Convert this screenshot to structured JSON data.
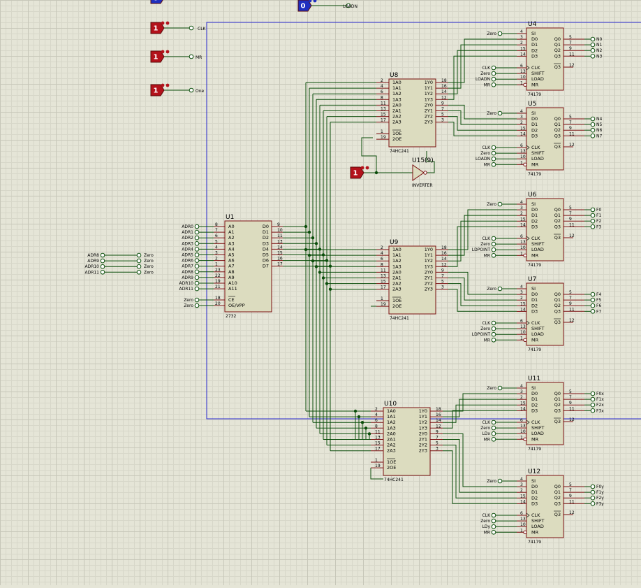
{
  "title": "",
  "sources": {
    "top": {
      "value": "0",
      "net": "LOADN"
    },
    "clk": {
      "value": "1",
      "net": "CLK"
    },
    "mr": {
      "value": "1",
      "net": "MR"
    },
    "one": {
      "value": "1",
      "net": "One"
    },
    "inv_src": {
      "value": "1"
    }
  },
  "inverter": {
    "ref": "U15(9)",
    "type": "INVERTER"
  },
  "rom": {
    "ref": "U1",
    "type": "2732",
    "in": [
      [
        "ADR0",
        "A0",
        "8"
      ],
      [
        "ADR1",
        "A1",
        "7"
      ],
      [
        "ADR2",
        "A2",
        "6"
      ],
      [
        "ADR3",
        "A3",
        "5"
      ],
      [
        "ADR4",
        "A4",
        "4"
      ],
      [
        "ADR5",
        "A5",
        "3"
      ],
      [
        "ADR6",
        "A6",
        "2"
      ],
      [
        "ADR7",
        "A7",
        "1"
      ],
      [
        "ADR8",
        "A8",
        "23"
      ],
      [
        "ADR9",
        "A9",
        "22"
      ],
      [
        "ADR10",
        "A10",
        "19"
      ],
      [
        "ADR11",
        "A11",
        "21"
      ]
    ],
    "ctl": [
      [
        "Zero",
        "CE",
        "18"
      ],
      [
        "Zero",
        "OE/VPP",
        "20"
      ]
    ],
    "out": [
      [
        "D0",
        "9"
      ],
      [
        "D1",
        "10"
      ],
      [
        "D2",
        "11"
      ],
      [
        "D3",
        "13"
      ],
      [
        "D4",
        "14"
      ],
      [
        "D5",
        "15"
      ],
      [
        "D6",
        "16"
      ],
      [
        "D7",
        "17"
      ]
    ]
  },
  "side_terms": [
    [
      "ADR8",
      "Zero"
    ],
    [
      "ADR9",
      "Zero"
    ],
    [
      "ADR10",
      "Zero"
    ],
    [
      "ADR11",
      "Zero"
    ]
  ],
  "buffers": [
    {
      "id": "u8",
      "ref": "U8",
      "type": "74HC241"
    },
    {
      "id": "u9",
      "ref": "U9",
      "type": "74HC241"
    },
    {
      "id": "u10",
      "ref": "U10",
      "type": "74HC241"
    }
  ],
  "buf_in": [
    [
      "1A0",
      "2"
    ],
    [
      "1A1",
      "4"
    ],
    [
      "1A2",
      "6"
    ],
    [
      "1A3",
      "8"
    ],
    [
      "2A0",
      "11"
    ],
    [
      "2A1",
      "13"
    ],
    [
      "2A2",
      "15"
    ],
    [
      "2A3",
      "17"
    ]
  ],
  "buf_oe": [
    [
      "1OE",
      "1"
    ],
    [
      "2OE",
      "19"
    ]
  ],
  "buf_out": [
    [
      "1Y0",
      "18"
    ],
    [
      "1Y1",
      "16"
    ],
    [
      "1Y2",
      "14"
    ],
    [
      "1Y3",
      "12"
    ],
    [
      "2Y0",
      "9"
    ],
    [
      "2Y1",
      "7"
    ],
    [
      "2Y2",
      "5"
    ],
    [
      "2Y3",
      "3"
    ]
  ],
  "shifters": [
    {
      "id": "u4",
      "ref": "U4",
      "type": "74179",
      "top": [
        "Zero"
      ],
      "ctl": [
        "CLK",
        "Zero",
        "LOADN",
        "MR"
      ],
      "out": [
        "N0",
        "N1",
        "N2",
        "N3"
      ]
    },
    {
      "id": "u5",
      "ref": "U5",
      "type": "74179",
      "top": [
        "Zero"
      ],
      "ctl": [
        "CLK",
        "Zero",
        "LOADN",
        "MR"
      ],
      "out": [
        "N4",
        "N5",
        "N6",
        "N7"
      ]
    },
    {
      "id": "u6",
      "ref": "U6",
      "type": "74179",
      "top": [
        "Zero"
      ],
      "ctl": [
        "CLK",
        "Zero",
        "LDPOINT",
        "MR"
      ],
      "out": [
        "F0",
        "F1",
        "F2",
        "F3"
      ]
    },
    {
      "id": "u7",
      "ref": "U7",
      "type": "74179",
      "top": [
        "Zero"
      ],
      "ctl": [
        "CLK",
        "Zero",
        "LDPOINT",
        "MR"
      ],
      "out": [
        "F4",
        "F5",
        "F6",
        "F7"
      ]
    },
    {
      "id": "u11",
      "ref": "U11",
      "type": "74179",
      "top": [
        "Zero"
      ],
      "ctl": [
        "CLK",
        "Zero",
        "LDx",
        "MR"
      ],
      "out": [
        "F0x",
        "F1x",
        "F2x",
        "F3x"
      ]
    },
    {
      "id": "u12",
      "ref": "U12",
      "type": "74179",
      "top": [
        "Zero"
      ],
      "ctl": [
        "CLK",
        "Zero",
        "LDy",
        "MR"
      ],
      "out": [
        "F0y",
        "F1y",
        "F2y",
        "F3y"
      ]
    }
  ],
  "sh_pins_left": [
    [
      "SI",
      "4"
    ],
    [
      "D0",
      "3"
    ],
    [
      "D1",
      "2"
    ],
    [
      "D2",
      "15"
    ],
    [
      "D3",
      "14"
    ]
  ],
  "sh_ctl_pins": [
    [
      "CLK",
      "6"
    ],
    [
      "SHIFT",
      "13"
    ],
    [
      "LOAD",
      "10"
    ],
    [
      "MR",
      "1"
    ]
  ],
  "sh_pins_right": [
    [
      "Q0",
      "5"
    ],
    [
      "Q1",
      "7"
    ],
    [
      "Q2",
      "9"
    ],
    [
      "Q3",
      "11"
    ]
  ],
  "sh_q3bar": [
    "Q3",
    "12"
  ],
  "colors": {
    "chip_fill": "#dcdcbf",
    "chip_border": "#7a1010",
    "wire": "#0a4d0a",
    "source_red": "#b3121b",
    "source_blue": "#1f2fbf",
    "frame": "#2a2ad0",
    "grid": "#c7c7b9"
  }
}
